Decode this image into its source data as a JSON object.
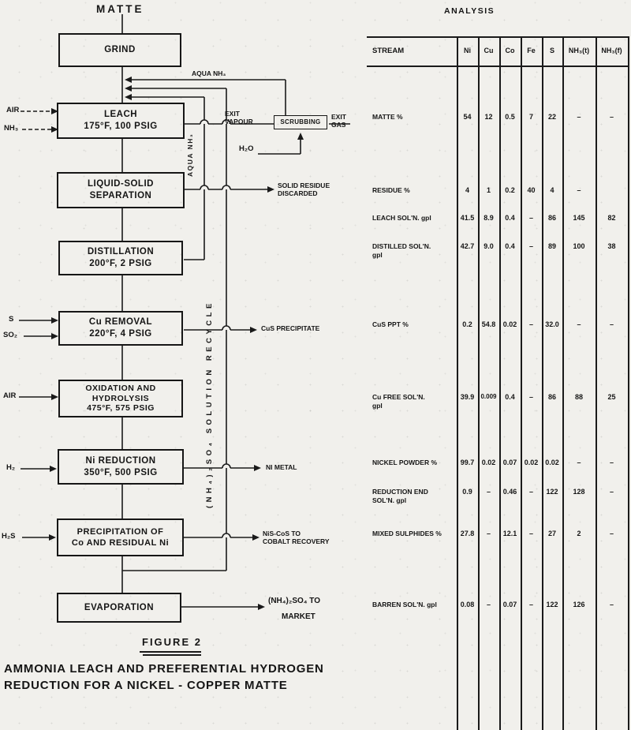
{
  "analysis_title": "ANALYSIS",
  "figure": {
    "label": "FIGURE 2",
    "caption": [
      "AMMONIA LEACH AND PREFERENTIAL HYDROGEN",
      "REDUCTION FOR A NICKEL - COPPER MATTE"
    ]
  },
  "flowchart": {
    "source": "MATTE",
    "box_grind": [
      "GRIND"
    ],
    "box_leach": [
      "LEACH",
      "175°F, 100 PSIG"
    ],
    "box_liquid_solid": [
      "LIQUID-SOLID",
      "SEPARATION"
    ],
    "box_distillation": [
      "DISTILLATION",
      "200°F, 2 PSIG"
    ],
    "box_cu_removal": [
      "Cu REMOVAL",
      "220°F, 4 PSIG"
    ],
    "box_oxidation": [
      "OXIDATION AND",
      "HYDROLYSIS",
      "475°F, 575 PSIG"
    ],
    "box_ni_reduction": [
      "Ni REDUCTION",
      "350°F, 500 PSIG"
    ],
    "box_precipitation": [
      "PRECIPITATION OF",
      "Co AND RESIDUAL Ni"
    ],
    "box_evaporation": [
      "EVAPORATION"
    ],
    "box_scrubbing": "SCRUBBING",
    "in_air_leach": "AIR",
    "in_nh3": "NH₃",
    "in_s": "S",
    "in_so2": "SO₂",
    "in_air_oxid": "AIR",
    "in_h2": "H₂",
    "in_h2s": "H₂S",
    "in_h2o": "H₂O",
    "lbl_aqua_top": "AQUA NH₃",
    "lbl_exit_vapour": [
      "EXIT",
      "VAPOUR"
    ],
    "lbl_exit_gas": [
      "EXIT",
      "GAS"
    ],
    "out_solid_residue": [
      "SOLID RESIDUE",
      "DISCARDED"
    ],
    "out_cus": "CuS PRECIPITATE",
    "out_ni_metal": "NI METAL",
    "out_nis": [
      "NiS-CoS TO",
      "COBALT RECOVERY"
    ],
    "out_nh4so4": [
      "(NH₄)₂SO₄ TO",
      "MARKET"
    ],
    "lbl_aqua_vert": "AQUA NH₃",
    "lbl_recycle_vert": "(NH₄)₂SO₄ SOLUTION RECYCLE"
  },
  "table": {
    "columns": [
      "STREAM",
      "Ni",
      "Cu",
      "Co",
      "Fe",
      "S",
      "NH₃(t)",
      "NH₃(f)"
    ],
    "rows": [
      {
        "stream": "MATTE %",
        "values": [
          "54",
          "12",
          "0.5",
          "7",
          "22",
          "–",
          "–"
        ]
      },
      {
        "stream": "RESIDUE %",
        "values": [
          "4",
          "1",
          "0.2",
          "40",
          "4",
          "–",
          ""
        ]
      },
      {
        "stream": "LEACH SOL'N. gpl",
        "values": [
          "41.5",
          "8.9",
          "0.4",
          "–",
          "86",
          "145",
          "82"
        ]
      },
      {
        "stream": "DISTILLED SOL'N.\ngpl",
        "values": [
          "42.7",
          "9.0",
          "0.4",
          "–",
          "89",
          "100",
          "38"
        ]
      },
      {
        "stream": "CuS PPT %",
        "values": [
          "0.2",
          "54.8",
          "0.02",
          "–",
          "32.0",
          "–",
          "–"
        ]
      },
      {
        "stream": "Cu FREE SOL'N.\ngpl",
        "values": [
          "39.9",
          "0.009",
          "0.4",
          "–",
          "86",
          "88",
          "25"
        ]
      },
      {
        "stream": "NICKEL POWDER %",
        "values": [
          "99.7",
          "0.02",
          "0.07",
          "0.02",
          "0.02",
          "–",
          "–"
        ]
      },
      {
        "stream": "REDUCTION END\nSOL'N. gpl",
        "values": [
          "0.9",
          "–",
          "0.46",
          "–",
          "122",
          "128",
          "–"
        ]
      },
      {
        "stream": "MIXED SULPHIDES %",
        "values": [
          "27.8",
          "–",
          "12.1",
          "–",
          "27",
          "2",
          "–"
        ]
      },
      {
        "stream": "BARREN SOL'N. gpl",
        "values": [
          "0.08",
          "–",
          "0.07",
          "–",
          "122",
          "126",
          "–"
        ]
      }
    ]
  }
}
